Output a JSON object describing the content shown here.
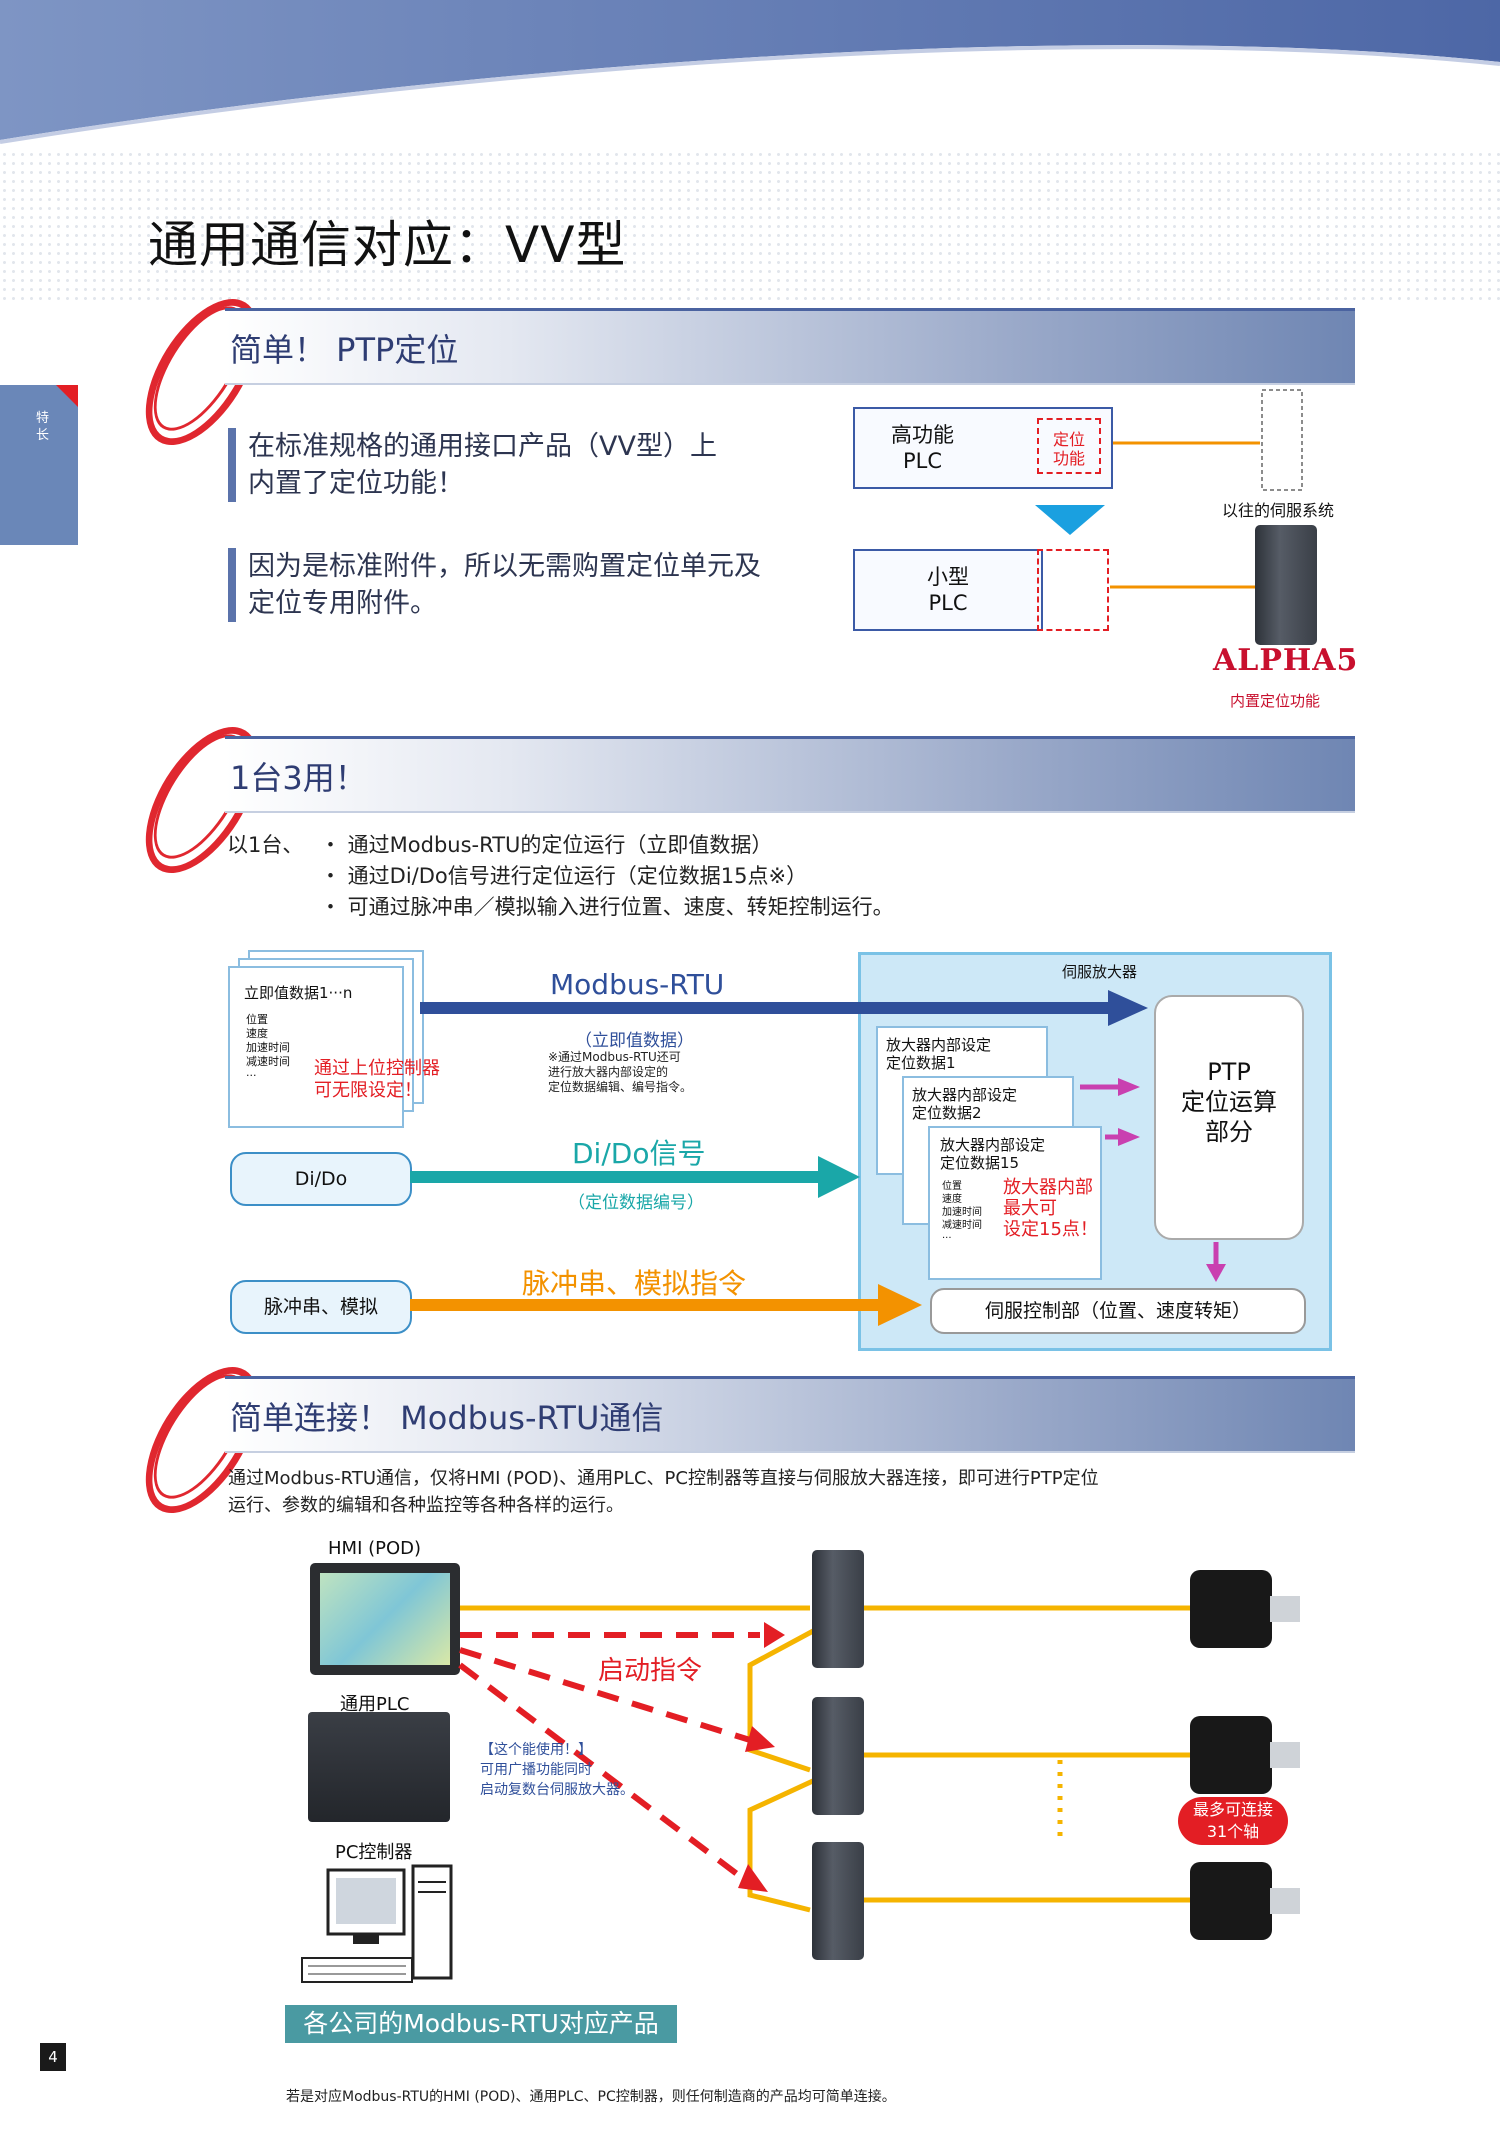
{
  "page": {
    "title": "通用通信对应：VV型",
    "side_tab": "特长",
    "page_number": "4"
  },
  "section1": {
    "title": "简单！ PTP定位",
    "para1": "在标准规格的通用接口产品（VV型）上\n内置了定位功能！",
    "para2": "因为是标准附件，所以无需购置定位单元及\n定位专用附件。",
    "plc_high": "高功能\nPLC",
    "positioning_func": "定位\n功能",
    "plc_small": "小型\nPLC",
    "old_servo_label": "以往的伺服系统",
    "brand": "ALPHA5",
    "builtin_label": "内置定位功能"
  },
  "section2": {
    "title": "1台3用！",
    "intro_prefix": "以1台、",
    "bullets": [
      "・ 通过Modbus-RTU的定位运行（立即值数据）",
      "・ 通过Di/Do信号进行定位运行（定位数据15点※）",
      "・ 可通过脉冲串／模拟输入进行位置、速度、转矩控制运行。"
    ],
    "doc_title": "立即值数据1···n",
    "doc_fields": [
      "位置",
      "速度",
      "加速时间",
      "减速时间",
      "···"
    ],
    "doc_note": "通过上位控制器\n可无限设定！",
    "modbus_label": "Modbus-RTU",
    "modbus_sub": "（立即值数据）",
    "modbus_note": "※通过Modbus-RTU还可\n进行放大器内部设定的\n定位数据编辑、编号指令。",
    "dido_box": "Di/Do",
    "dido_label": "Di/Do信号",
    "dido_sub": "（定位数据编号）",
    "pulse_box": "脉冲串、模拟",
    "pulse_label": "脉冲串、模拟指令",
    "amp_title": "伺服放大器",
    "internal1": "放大器内部设定\n定位数据1",
    "internal2": "放大器内部设定\n定位数据2",
    "internal15": "放大器内部设定\n定位数据15",
    "internal_note": "放大器内部\n最大可\n设定15点！",
    "ptp_label": "PTP\n定位运算\n部分",
    "servo_ctrl": "伺服控制部（位置、速度转矩）"
  },
  "section3": {
    "title": "简单连接！ Modbus-RTU通信",
    "desc": "通过Modbus-RTU通信，仅将HMI (POD)、通用PLC、PC控制器等直接与伺服放大器连接，即可进行PTP定位\n运行、参数的编辑和各种监控等各种各样的运行。",
    "hmi_label": "HMI (POD)",
    "plc_label": "通用PLC",
    "pc_label": "PC控制器",
    "start_cmd": "启动指令",
    "tip": "【这个能使用！】\n可用广播功能同时\n启动复数台伺服放大器。",
    "max_axes": "最多可连接\n31个轴",
    "banner": "各公司的Modbus-RTU对应产品",
    "footnote": "若是对应Modbus-RTU的HMI (POD)、通用PLC、PC控制器，则任何制造商的产品均可简单连接。"
  },
  "colors": {
    "accent_blue": "#2f4f9a",
    "orange_line": "#f39200",
    "red": "#e31e24",
    "teal": "#1aa7a8"
  }
}
